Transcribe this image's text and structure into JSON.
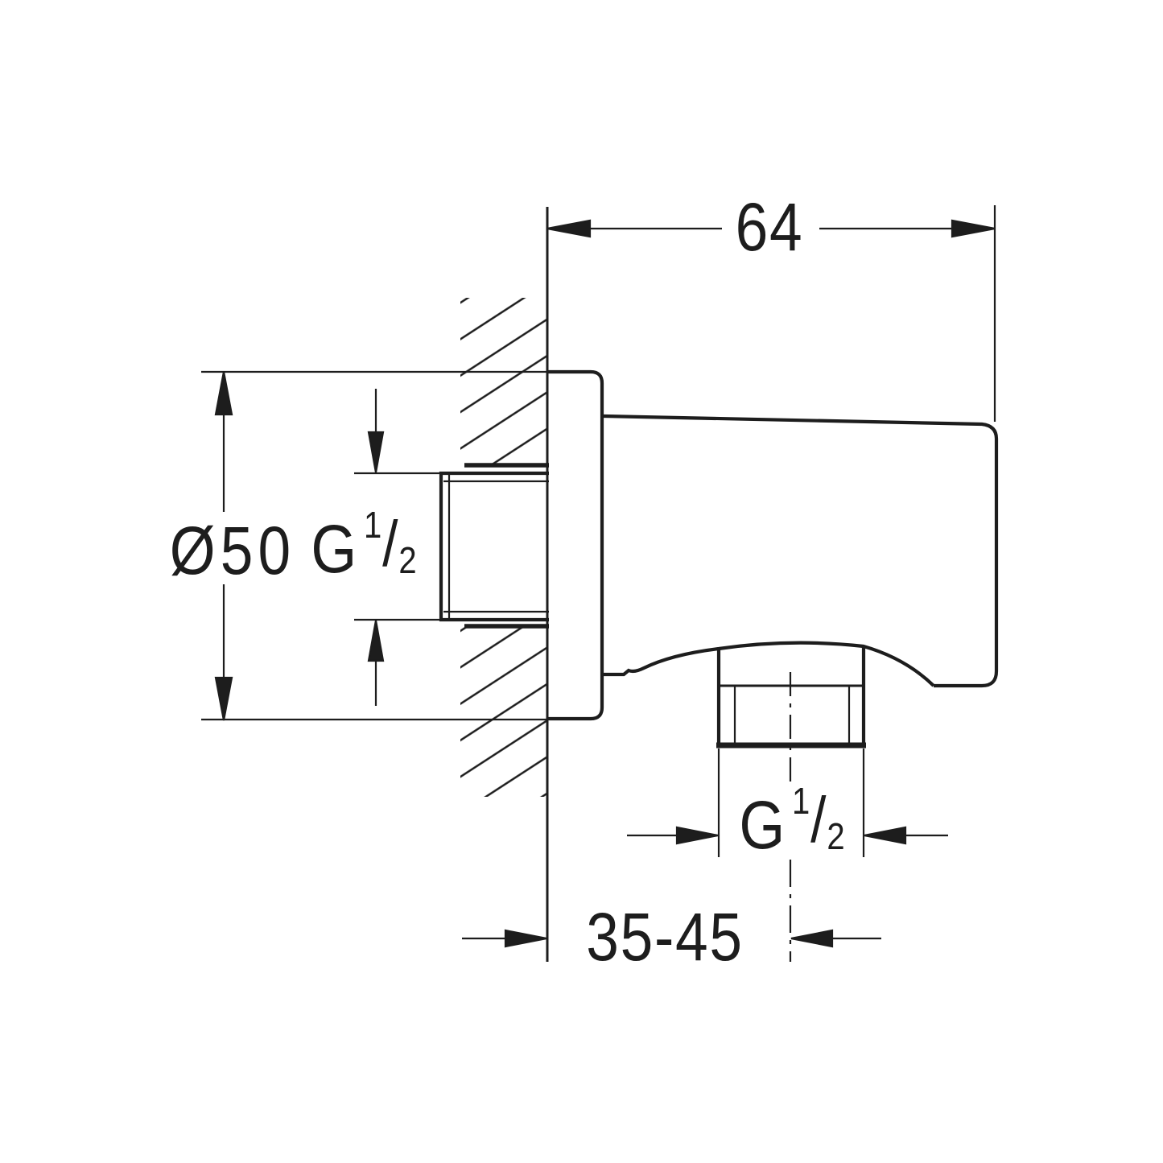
{
  "dimensions": {
    "top_width": {
      "value": "64"
    },
    "flange_diameter": {
      "value": "Ø50"
    },
    "inlet_thread": {
      "prefix": "G",
      "numerator": "1",
      "slash": "/",
      "denominator": "2"
    },
    "outlet_thread": {
      "prefix": "G",
      "numerator": "1",
      "slash": "/",
      "denominator": "2"
    },
    "install_depth_range": {
      "value": "35-45"
    }
  },
  "style": {
    "line_color": "#1d1d1d",
    "background": "#ffffff"
  }
}
